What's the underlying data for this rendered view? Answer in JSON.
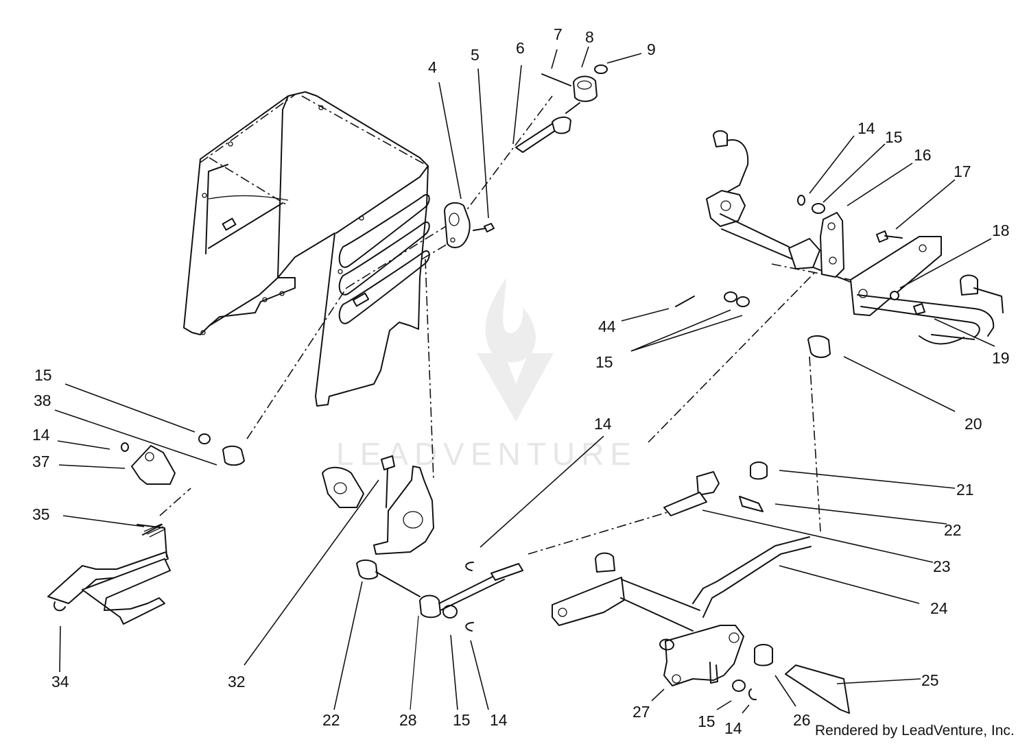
{
  "watermark": {
    "text": "LEADVENTURE"
  },
  "credit": "Rendered by LeadVenture, Inc.",
  "callouts": [
    "4",
    "5",
    "6",
    "7",
    "8",
    "9",
    "14",
    "15",
    "16",
    "17",
    "18",
    "44",
    "15",
    "19",
    "20",
    "15",
    "38",
    "14",
    "37",
    "35",
    "34",
    "32",
    "14",
    "21",
    "22",
    "23",
    "24",
    "22",
    "28",
    "15",
    "14",
    "25",
    "27",
    "15",
    "14",
    "26"
  ]
}
